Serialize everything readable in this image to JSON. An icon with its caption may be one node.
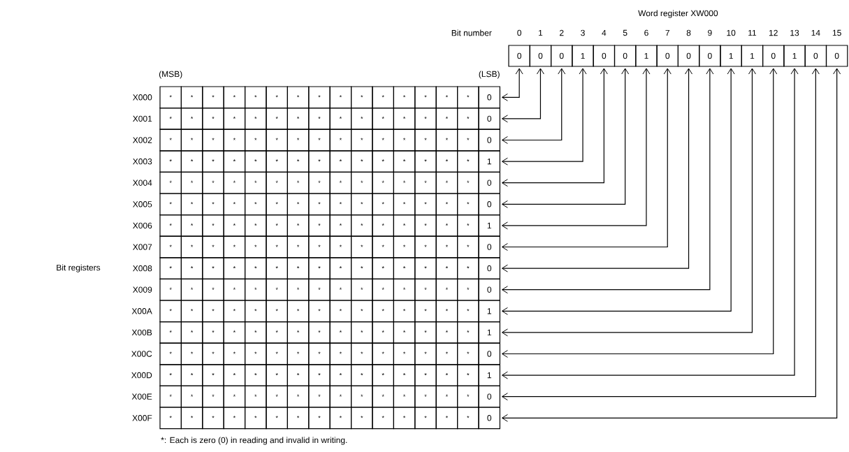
{
  "diagram": {
    "caption": "*: Each is zero (0) in reading and invalid in writing.",
    "nodes": [
      {
        "text": [
          "0"
        ]
      },
      {
        "text": [
          "0"
        ]
      },
      {
        "text": [
          "0"
        ]
      },
      {
        "text": [
          "1"
        ]
      },
      {
        "text": [
          "0"
        ]
      },
      {
        "text": [
          "0"
        ]
      },
      {
        "text": [
          "1"
        ]
      },
      {
        "text": [
          "0"
        ]
      },
      {
        "text": [
          "0"
        ]
      },
      {
        "text": [
          "0"
        ]
      },
      {
        "text": [
          "1"
        ]
      },
      {
        "text": [
          "1"
        ]
      },
      {
        "text": [
          "0"
        ]
      },
      {
        "text": [
          "1"
        ]
      },
      {
        "text": [
          "0"
        ]
      },
      {
        "text": [
          "0"
        ]
      },
      {
        "text": [
          "0"
        ]
      },
      {
        "text": [
          "0"
        ]
      },
      {
        "text": [
          "0"
        ]
      },
      {
        "text": [
          "1"
        ]
      },
      {
        "text": [
          "0"
        ]
      },
      {
        "text": [
          "0"
        ]
      },
      {
        "text": [
          "1"
        ]
      },
      {
        "text": [
          "0"
        ]
      },
      {
        "text": [
          "0"
        ]
      },
      {
        "text": [
          "0"
        ]
      },
      {
        "text": [
          "1"
        ]
      },
      {
        "text": [
          "1"
        ]
      },
      {
        "text": [
          "0"
        ]
      },
      {
        "text": [
          "1"
        ]
      },
      {
        "text": [
          "0"
        ]
      },
      {
        "text": [
          "0"
        ]
      }
    ],
    "edges": [
      {
        "from": 0,
        "to": 16,
        "arrow": "both"
      },
      {
        "from": 1,
        "to": 17,
        "arrow": "both"
      },
      {
        "from": 2,
        "to": 18,
        "arrow": "both"
      },
      {
        "from": 3,
        "to": 19,
        "arrow": "both"
      },
      {
        "from": 4,
        "to": 20,
        "arrow": "both"
      },
      {
        "from": 5,
        "to": 21,
        "arrow": "both"
      },
      {
        "from": 6,
        "to": 22,
        "arrow": "both"
      },
      {
        "from": 7,
        "to": 23,
        "arrow": "both"
      },
      {
        "from": 8,
        "to": 24,
        "arrow": "both"
      },
      {
        "from": 9,
        "to": 25,
        "arrow": "both"
      },
      {
        "from": 10,
        "to": 26,
        "arrow": "both"
      },
      {
        "from": 11,
        "to": 27,
        "arrow": "both"
      },
      {
        "from": 12,
        "to": 28,
        "arrow": "both"
      },
      {
        "from": 13,
        "to": 29,
        "arrow": "both"
      },
      {
        "from": 14,
        "to": 30,
        "arrow": "both"
      },
      {
        "from": 15,
        "to": 31,
        "arrow": "both"
      }
    ],
    "labels": [
      "Word register XW000",
      "Bit number",
      "0",
      "1",
      "2",
      "3",
      "4",
      "5",
      "6",
      "7",
      "8",
      "9",
      "10",
      "11",
      "12",
      "13",
      "14",
      "15",
      "(MSB)",
      "(LSB)",
      "Bit registers",
      "X000",
      "*",
      "*",
      "*",
      "*",
      "*",
      "*",
      "*",
      "*",
      "*",
      "*",
      "*",
      "*",
      "*",
      "*",
      "*",
      "X001",
      "*",
      "*",
      "*",
      "*",
      "*",
      "*",
      "*",
      "*",
      "*",
      "*",
      "*",
      "*",
      "*",
      "*",
      "*",
      "X002",
      "*",
      "*",
      "*",
      "*",
      "*",
      "*",
      "*",
      "*",
      "*",
      "*",
      "*",
      "*",
      "*",
      "*",
      "*",
      "X003",
      "*",
      "*",
      "*",
      "*",
      "*",
      "*",
      "*",
      "*",
      "*",
      "*",
      "*",
      "*",
      "*",
      "*",
      "*",
      "X004",
      "*",
      "*",
      "*",
      "*",
      "*",
      "*",
      "*",
      "*",
      "*",
      "*",
      "*",
      "*",
      "*",
      "*",
      "*",
      "X005",
      "*",
      "*",
      "*",
      "*",
      "*",
      "*",
      "*",
      "*",
      "*",
      "*",
      "*",
      "*",
      "*",
      "*",
      "*",
      "X006",
      "*",
      "*",
      "*",
      "*",
      "*",
      "*",
      "*",
      "*",
      "*",
      "*",
      "*",
      "*",
      "*",
      "*",
      "*",
      "X007",
      "*",
      "*",
      "*",
      "*",
      "*",
      "*",
      "*",
      "*",
      "*",
      "*",
      "*",
      "*",
      "*",
      "*",
      "*",
      "X008",
      "*",
      "*",
      "*",
      "*",
      "*",
      "*",
      "*",
      "*",
      "*",
      "*",
      "*",
      "*",
      "*",
      "*",
      "*",
      "X009",
      "*",
      "*",
      "*",
      "*",
      "*",
      "*",
      "*",
      "*",
      "*",
      "*",
      "*",
      "*",
      "*",
      "*",
      "*",
      "X00A",
      "*",
      "*",
      "*",
      "*",
      "*",
      "*",
      "*",
      "*",
      "*",
      "*",
      "*",
      "*",
      "*",
      "*",
      "*",
      "X00B",
      "*",
      "*",
      "*",
      "*",
      "*",
      "*",
      "*",
      "*",
      "*",
      "*",
      "*",
      "*",
      "*",
      "*",
      "*",
      "X00C",
      "*",
      "*",
      "*",
      "*",
      "*",
      "*",
      "*",
      "*",
      "*",
      "*",
      "*",
      "*",
      "*",
      "*",
      "*",
      "X00D",
      "*",
      "*",
      "*",
      "*",
      "*",
      "*",
      "*",
      "*",
      "*",
      "*",
      "*",
      "*",
      "*",
      "*",
      "*",
      "X00E",
      "*",
      "*",
      "*",
      "*",
      "*",
      "*",
      "*",
      "*",
      "*",
      "*",
      "*",
      "*",
      "*",
      "*",
      "*",
      "X00F",
      "*",
      "*",
      "*",
      "*",
      "*",
      "*",
      "*",
      "*",
      "*",
      "*",
      "*",
      "*",
      "*",
      "*",
      "*"
    ]
  }
}
